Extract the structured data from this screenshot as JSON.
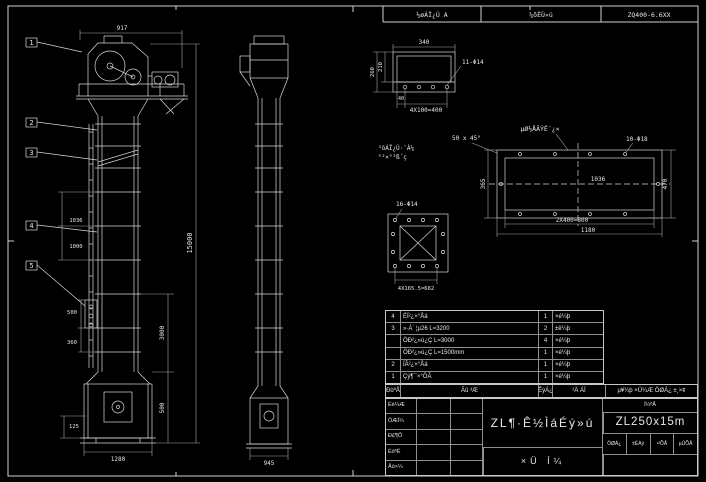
{
  "header_strip": {
    "cells": [
      "½øÁÏ¿Ú A",
      "¼õËÙ»ú",
      "ZQ400-6.6XX"
    ]
  },
  "front_view": {
    "balloons": [
      "1",
      "2",
      "3",
      "4",
      "5"
    ],
    "dim_top_width": "917",
    "dim_overall_height": "15000",
    "dim_section_a": "1036",
    "dim_section_b": "1000",
    "dim_platform": "500",
    "dim_boot_upper": "360",
    "dim_base": "125",
    "dim_lower_section": "3000",
    "dim_boot_height": "500",
    "dim_bottom_width": "1280"
  },
  "side_view": {
    "dim_bottom_width": "945"
  },
  "detail_outlet": {
    "note_line1": "³öÁÏ¿Ú·¨À¼",
    "note_line2": "°²×°³ß´ç",
    "dim_width": "340",
    "holes": "11-Φ14",
    "dim_h_outer": "260",
    "dim_h_inner": "210",
    "dim_edge": "40",
    "dim_pitch": "4X100=400"
  },
  "chamfer_note": "50 x 45°",
  "detail_base": {
    "label": "µØ½ÅÂÝË¨¿×",
    "holes": "10-Φ18",
    "dim_inner": "1036",
    "dim_left": "365",
    "dim_right": "470",
    "dim_pitch": "2X400=800",
    "dim_width": "1180"
  },
  "detail_flange": {
    "holes": "16-Φ14",
    "dim_pitch": "4X165.5=662"
  },
  "parts_list": {
    "headers": [
      "ÐòºÅ",
      "Ãû ³Æ",
      "ÊýÁ¿",
      "²Ä ÁÏ",
      "µ¥¼þ ×Ü¼Æ ÖØÁ¿ ±¸×¢"
    ],
    "rows": [
      {
        "no": "4",
        "name": "ÉÏ²¿×°Åä",
        "qty": "1",
        "mat": "×é¼þ"
      },
      {
        "no": "3",
        "name": "»·Á´ ¦µ26 L=3200",
        "qty": "2",
        "mat": "±ê¼þ"
      },
      {
        "no": "",
        "name": "ÖÐ²¿»ú¿Ç L=3000",
        "qty": "4",
        "mat": "×é¼þ"
      },
      {
        "no": "",
        "name": "ÖÐ²¿»ú¿Ç L=1500mm",
        "qty": "1",
        "mat": "×é¼þ"
      },
      {
        "no": "2",
        "name": "ÏÂ²¿×°Åä",
        "qty": "1",
        "mat": "×é¼þ"
      },
      {
        "no": "1",
        "name": "Çý¶¯×°ÖÃ",
        "qty": "1",
        "mat": "×é¼þ"
      }
    ]
  },
  "title_block": {
    "sign_rows": [
      "Éè¼Æ",
      "ÖÆÍ¼",
      "Ð£¶Ô",
      "ÉóºË",
      "Åú×¼"
    ],
    "drawing_title": "ZL¶·Ê½ÌáÉý»ú",
    "subtitle": "×Ü Í¼",
    "model_label": "Í¼ºÅ",
    "model": "ZL250x15m",
    "mini_headers": [
      "ÖØÁ¿",
      "±ÈÀý",
      "¹²ÕÅ",
      "µÚÕÅ"
    ]
  }
}
